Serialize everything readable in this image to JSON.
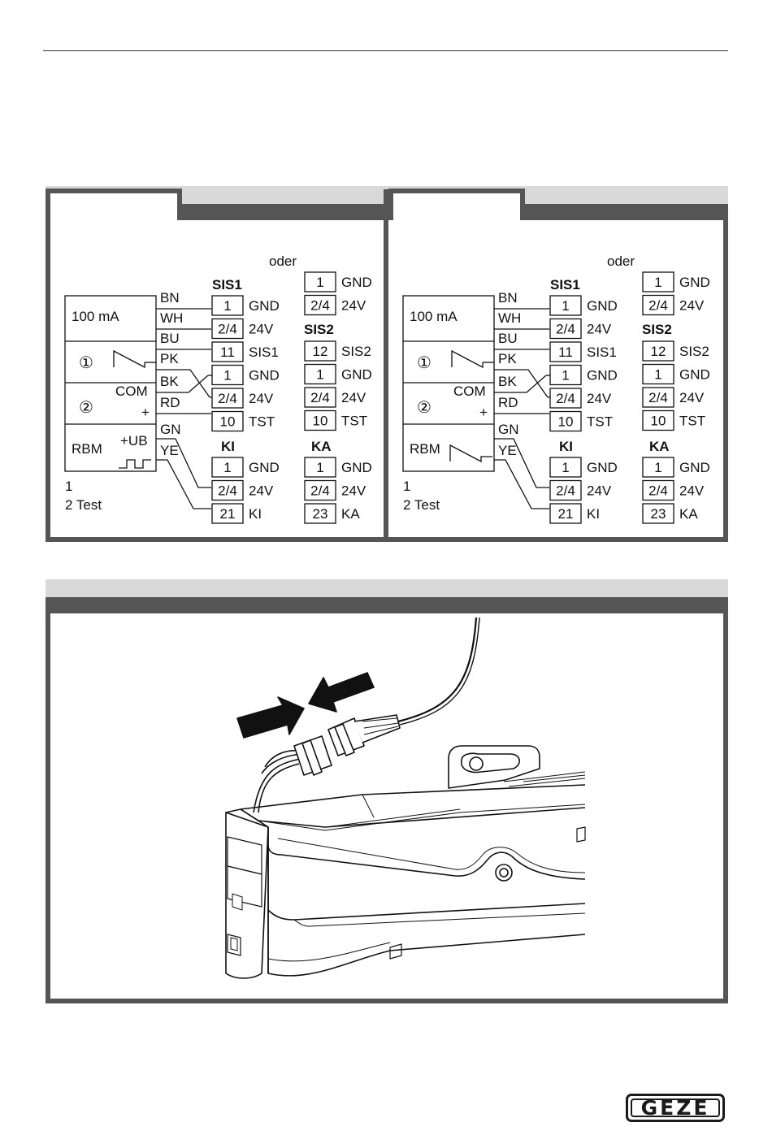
{
  "diagrams": [
    {
      "left_labels": [
        "100 mA",
        "①",
        "②",
        "COM",
        "+",
        "RBM",
        "+UB"
      ],
      "footnotes": [
        "1",
        "2  Test"
      ]
    },
    {
      "left_labels": [
        "100 mA",
        "①",
        "②",
        "COM",
        "+",
        "RBM"
      ],
      "footnotes": [
        "1",
        "2  Test"
      ]
    }
  ],
  "wire_colors": [
    "BN",
    "WH",
    "BU",
    "PK",
    "BK",
    "RD",
    "GN",
    "YE"
  ],
  "headers": {
    "sis1": "SIS1",
    "sis2": "SIS2",
    "ki": "KI",
    "ka": "KA",
    "oder": "oder"
  },
  "sis1_terminals": [
    {
      "num": "1",
      "label": "GND"
    },
    {
      "num": "2/4",
      "label": "24V"
    },
    {
      "num": "11",
      "label": "SIS1"
    },
    {
      "num": "1",
      "label": "GND"
    },
    {
      "num": "2/4",
      "label": "24V"
    },
    {
      "num": "10",
      "label": "TST"
    }
  ],
  "oder_terminals": [
    {
      "num": "1",
      "label": "GND"
    },
    {
      "num": "2/4",
      "label": "24V"
    }
  ],
  "sis2_terminals": [
    {
      "num": "12",
      "label": "SIS2"
    },
    {
      "num": "1",
      "label": "GND"
    },
    {
      "num": "2/4",
      "label": "24V"
    },
    {
      "num": "10",
      "label": "TST"
    }
  ],
  "ki_terminals": [
    {
      "num": "1",
      "label": "GND"
    },
    {
      "num": "2/4",
      "label": "24V"
    },
    {
      "num": "21",
      "label": "KI"
    }
  ],
  "ka_terminals": [
    {
      "num": "1",
      "label": "GND"
    },
    {
      "num": "2/4",
      "label": "24V"
    },
    {
      "num": "23",
      "label": "KA"
    }
  ],
  "logo": "GEZE",
  "colors": {
    "frame": "#555555",
    "band": "#d9d9d9",
    "line": "#111111"
  }
}
